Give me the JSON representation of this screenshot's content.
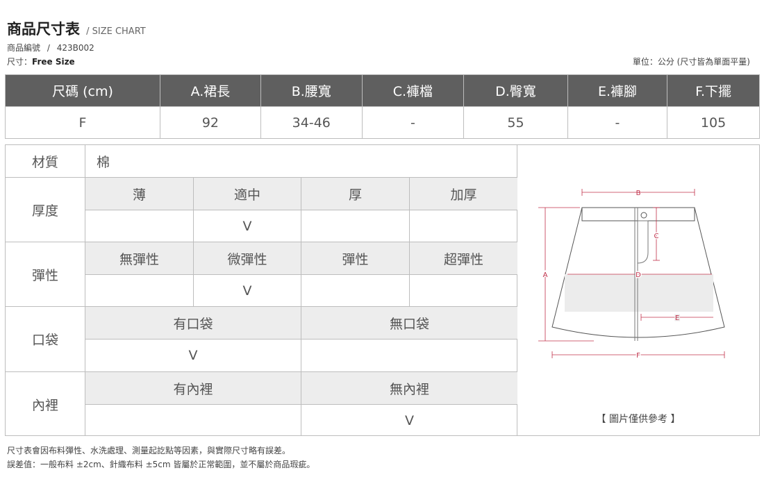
{
  "header": {
    "title": "商品尺寸表",
    "subtitle": "/ SIZE CHART",
    "product_code_label": "商品編號",
    "product_code_sep": "/",
    "product_code": "423B002",
    "size_label": "尺寸：",
    "size_value": "Free Size",
    "unit_note": "單位：公分 (尺寸皆為單面平量)"
  },
  "size_table": {
    "headers": [
      "尺碼 (cm)",
      "A.裙長",
      "B.腰寬",
      "C.褲檔",
      "D.臀寬",
      "E.褲腳",
      "F.下擺"
    ],
    "rows": [
      [
        "F",
        "92",
        "34-46",
        "-",
        "55",
        "-",
        "105"
      ]
    ]
  },
  "attributes": {
    "material": {
      "label": "材質",
      "value": "棉"
    },
    "thickness": {
      "label": "厚度",
      "options": [
        "薄",
        "適中",
        "厚",
        "加厚"
      ],
      "marks": [
        "",
        "V",
        "",
        ""
      ]
    },
    "elasticity": {
      "label": "彈性",
      "options": [
        "無彈性",
        "微彈性",
        "彈性",
        "超彈性"
      ],
      "marks": [
        "",
        "V",
        "",
        ""
      ]
    },
    "pocket": {
      "label": "口袋",
      "options": [
        "有口袋",
        "無口袋"
      ],
      "marks": [
        "V",
        ""
      ]
    },
    "lining": {
      "label": "內裡",
      "options": [
        "有內裡",
        "無內裡"
      ],
      "marks": [
        "",
        "V"
      ]
    }
  },
  "diagram": {
    "labels": {
      "a": "A",
      "b": "B",
      "c": "C",
      "d": "D",
      "e": "E",
      "f": "F"
    },
    "caption": "【 圖片僅供參考 】",
    "accent_color": "#c0304a"
  },
  "notes": [
    "尺寸表會因布料彈性、水洗處理、測量起訖點等因素，與實際尺寸略有誤差。",
    "誤差值：一般布料 ±2cm、針織布料 ±5cm 皆屬於正常範圍，並不屬於商品瑕疵。"
  ]
}
